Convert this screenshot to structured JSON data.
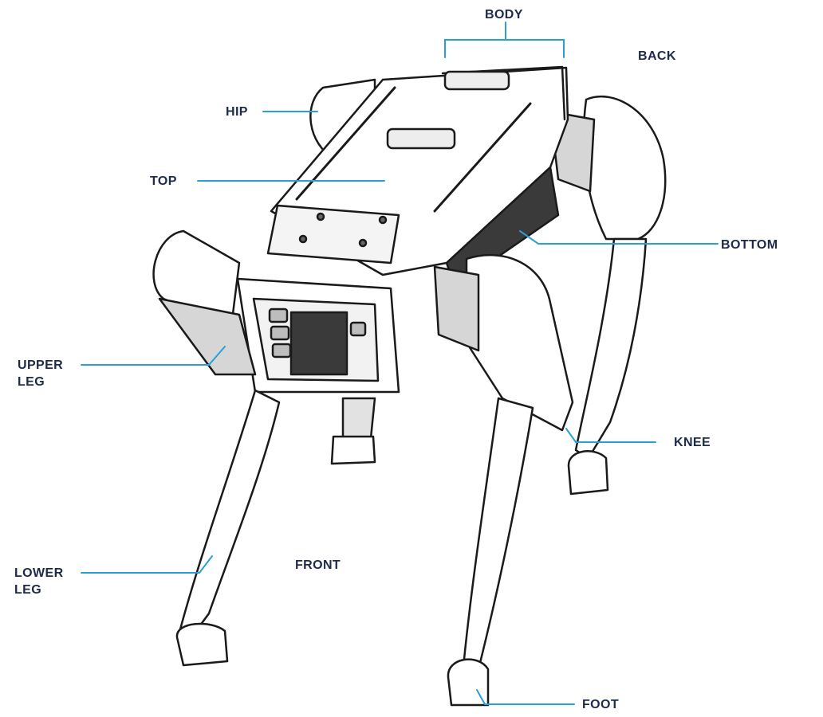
{
  "diagram": {
    "labels": {
      "body": "BODY",
      "back": "BACK",
      "hip": "HIP",
      "top": "TOP",
      "bottom": "BOTTOM",
      "upper_leg": [
        "UPPER",
        "LEG"
      ],
      "knee": "KNEE",
      "lower_leg": [
        "LOWER",
        "LEG"
      ],
      "front": "FRONT",
      "foot": "FOOT"
    },
    "colors": {
      "label_text": "#1d2a4a",
      "leader_line": "#2a9fd6",
      "outline": "#1a1a1a",
      "robot_fill": "#ffffff",
      "shade": "#d6d6d6",
      "dark_part": "#3a3a3a"
    }
  }
}
